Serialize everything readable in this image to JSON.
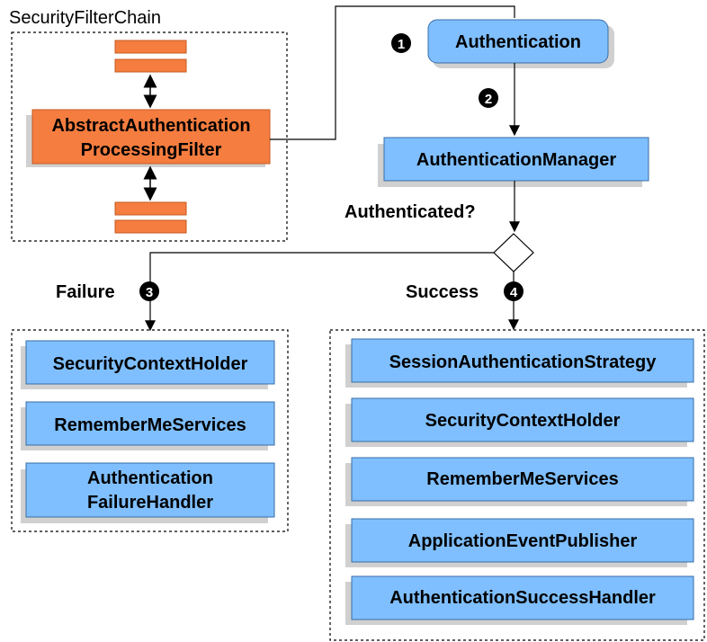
{
  "colors": {
    "blue_fill": "#7fbfff",
    "blue_stroke": "#3a6ea5",
    "orange_fill": "#f57d3f",
    "orange_stroke": "#c45a20",
    "shadow": "#d0d0d0"
  },
  "filter_chain": {
    "title": "SecurityFilterChain",
    "filter_line1": "AbstractAuthentication",
    "filter_line2": "ProcessingFilter"
  },
  "flow": {
    "authentication": "Authentication",
    "manager": "AuthenticationManager",
    "decision": "Authenticated?",
    "step1": "1",
    "step2": "2",
    "step3": "3",
    "step4": "4"
  },
  "failure": {
    "label": "Failure",
    "items": [
      "SecurityContextHolder",
      "RememberMeServices"
    ],
    "handler_line1": "Authentication",
    "handler_line2": "FailureHandler"
  },
  "success": {
    "label": "Success",
    "items": [
      "SessionAuthenticationStrategy",
      "SecurityContextHolder",
      "RememberMeServices",
      "ApplicationEventPublisher",
      "AuthenticationSuccessHandler"
    ]
  }
}
